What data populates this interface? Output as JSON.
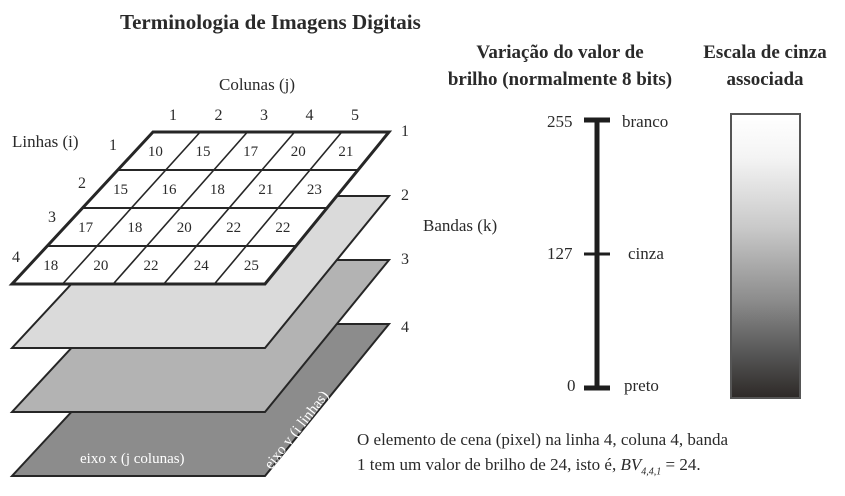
{
  "title": "Terminologia de Imagens Digitais",
  "labels": {
    "columns": "Colunas (j)",
    "rows": "Linhas (i)",
    "bands": "Bandas (k)",
    "x_axis": "eixo x (j colunas)",
    "y_axis": "eixo y (i linhas)"
  },
  "column_numbers": [
    "1",
    "2",
    "3",
    "4",
    "5"
  ],
  "row_numbers": [
    "1",
    "2",
    "3",
    "4"
  ],
  "band_numbers": [
    "1",
    "2",
    "3",
    "4"
  ],
  "grid_values": [
    [
      "10",
      "15",
      "17",
      "20",
      "21"
    ],
    [
      "15",
      "16",
      "18",
      "21",
      "23"
    ],
    [
      "17",
      "18",
      "20",
      "22",
      "22"
    ],
    [
      "18",
      "20",
      "22",
      "24",
      "25"
    ]
  ],
  "brightness": {
    "header_line1": "Variação do valor de",
    "header_line2": "brilho (normalmente 8 bits)",
    "max_value": "255",
    "max_label": "branco",
    "mid_value": "127",
    "mid_label": "cinza",
    "min_value": "0",
    "min_label": "preto"
  },
  "grayscale": {
    "header_line1": "Escala de cinza",
    "header_line2": "associada"
  },
  "caption": {
    "line1": "O elemento de cena (pixel) na linha 4, coluna 4, banda",
    "line2_prefix": "1 tem um valor de brilho de 24, isto é, ",
    "bv_letters": "BV",
    "bv_subscript": "4,4,1",
    "line2_suffix": " = 24."
  },
  "colors": {
    "band1_fill": "#ffffff",
    "band2_fill": "#dadada",
    "band3_fill": "#b3b3b3",
    "band4_fill": "#8c8c8c",
    "line": "#262626"
  }
}
